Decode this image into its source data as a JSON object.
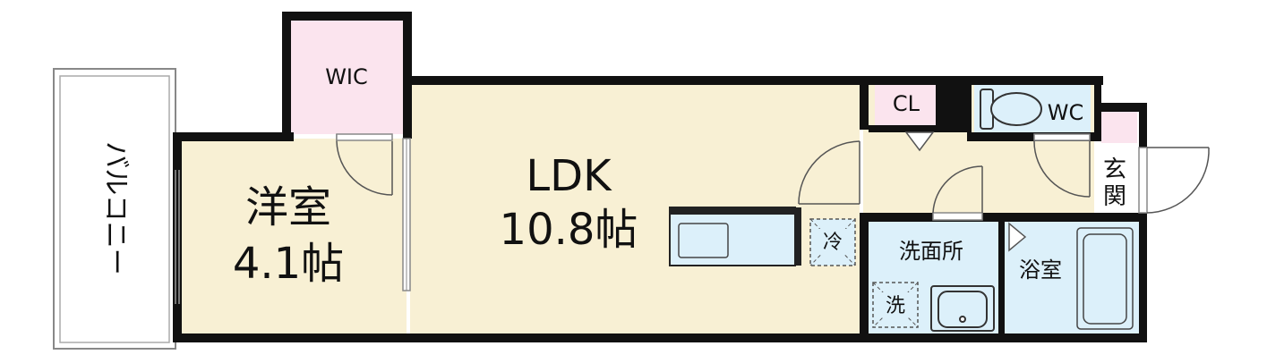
{
  "floorplan": {
    "colors": {
      "wall": "#111111",
      "room_beige": "#f8f0d4",
      "room_pink": "#fbe4ee",
      "wet_blue": "#dcf0fa",
      "balcony_line": "#888888"
    },
    "rooms": {
      "balcony": "バルコニー",
      "wic": "WIC",
      "western_room_name": "洋室",
      "western_room_size": "4.1帖",
      "ldk_name": "LDK",
      "ldk_size": "10.8帖",
      "closet": "CL",
      "toilet": "WC",
      "entrance": "玄関",
      "washroom": "洗面所",
      "bathroom": "浴室",
      "fridge_space": "冷",
      "washer_space": "洗"
    }
  }
}
